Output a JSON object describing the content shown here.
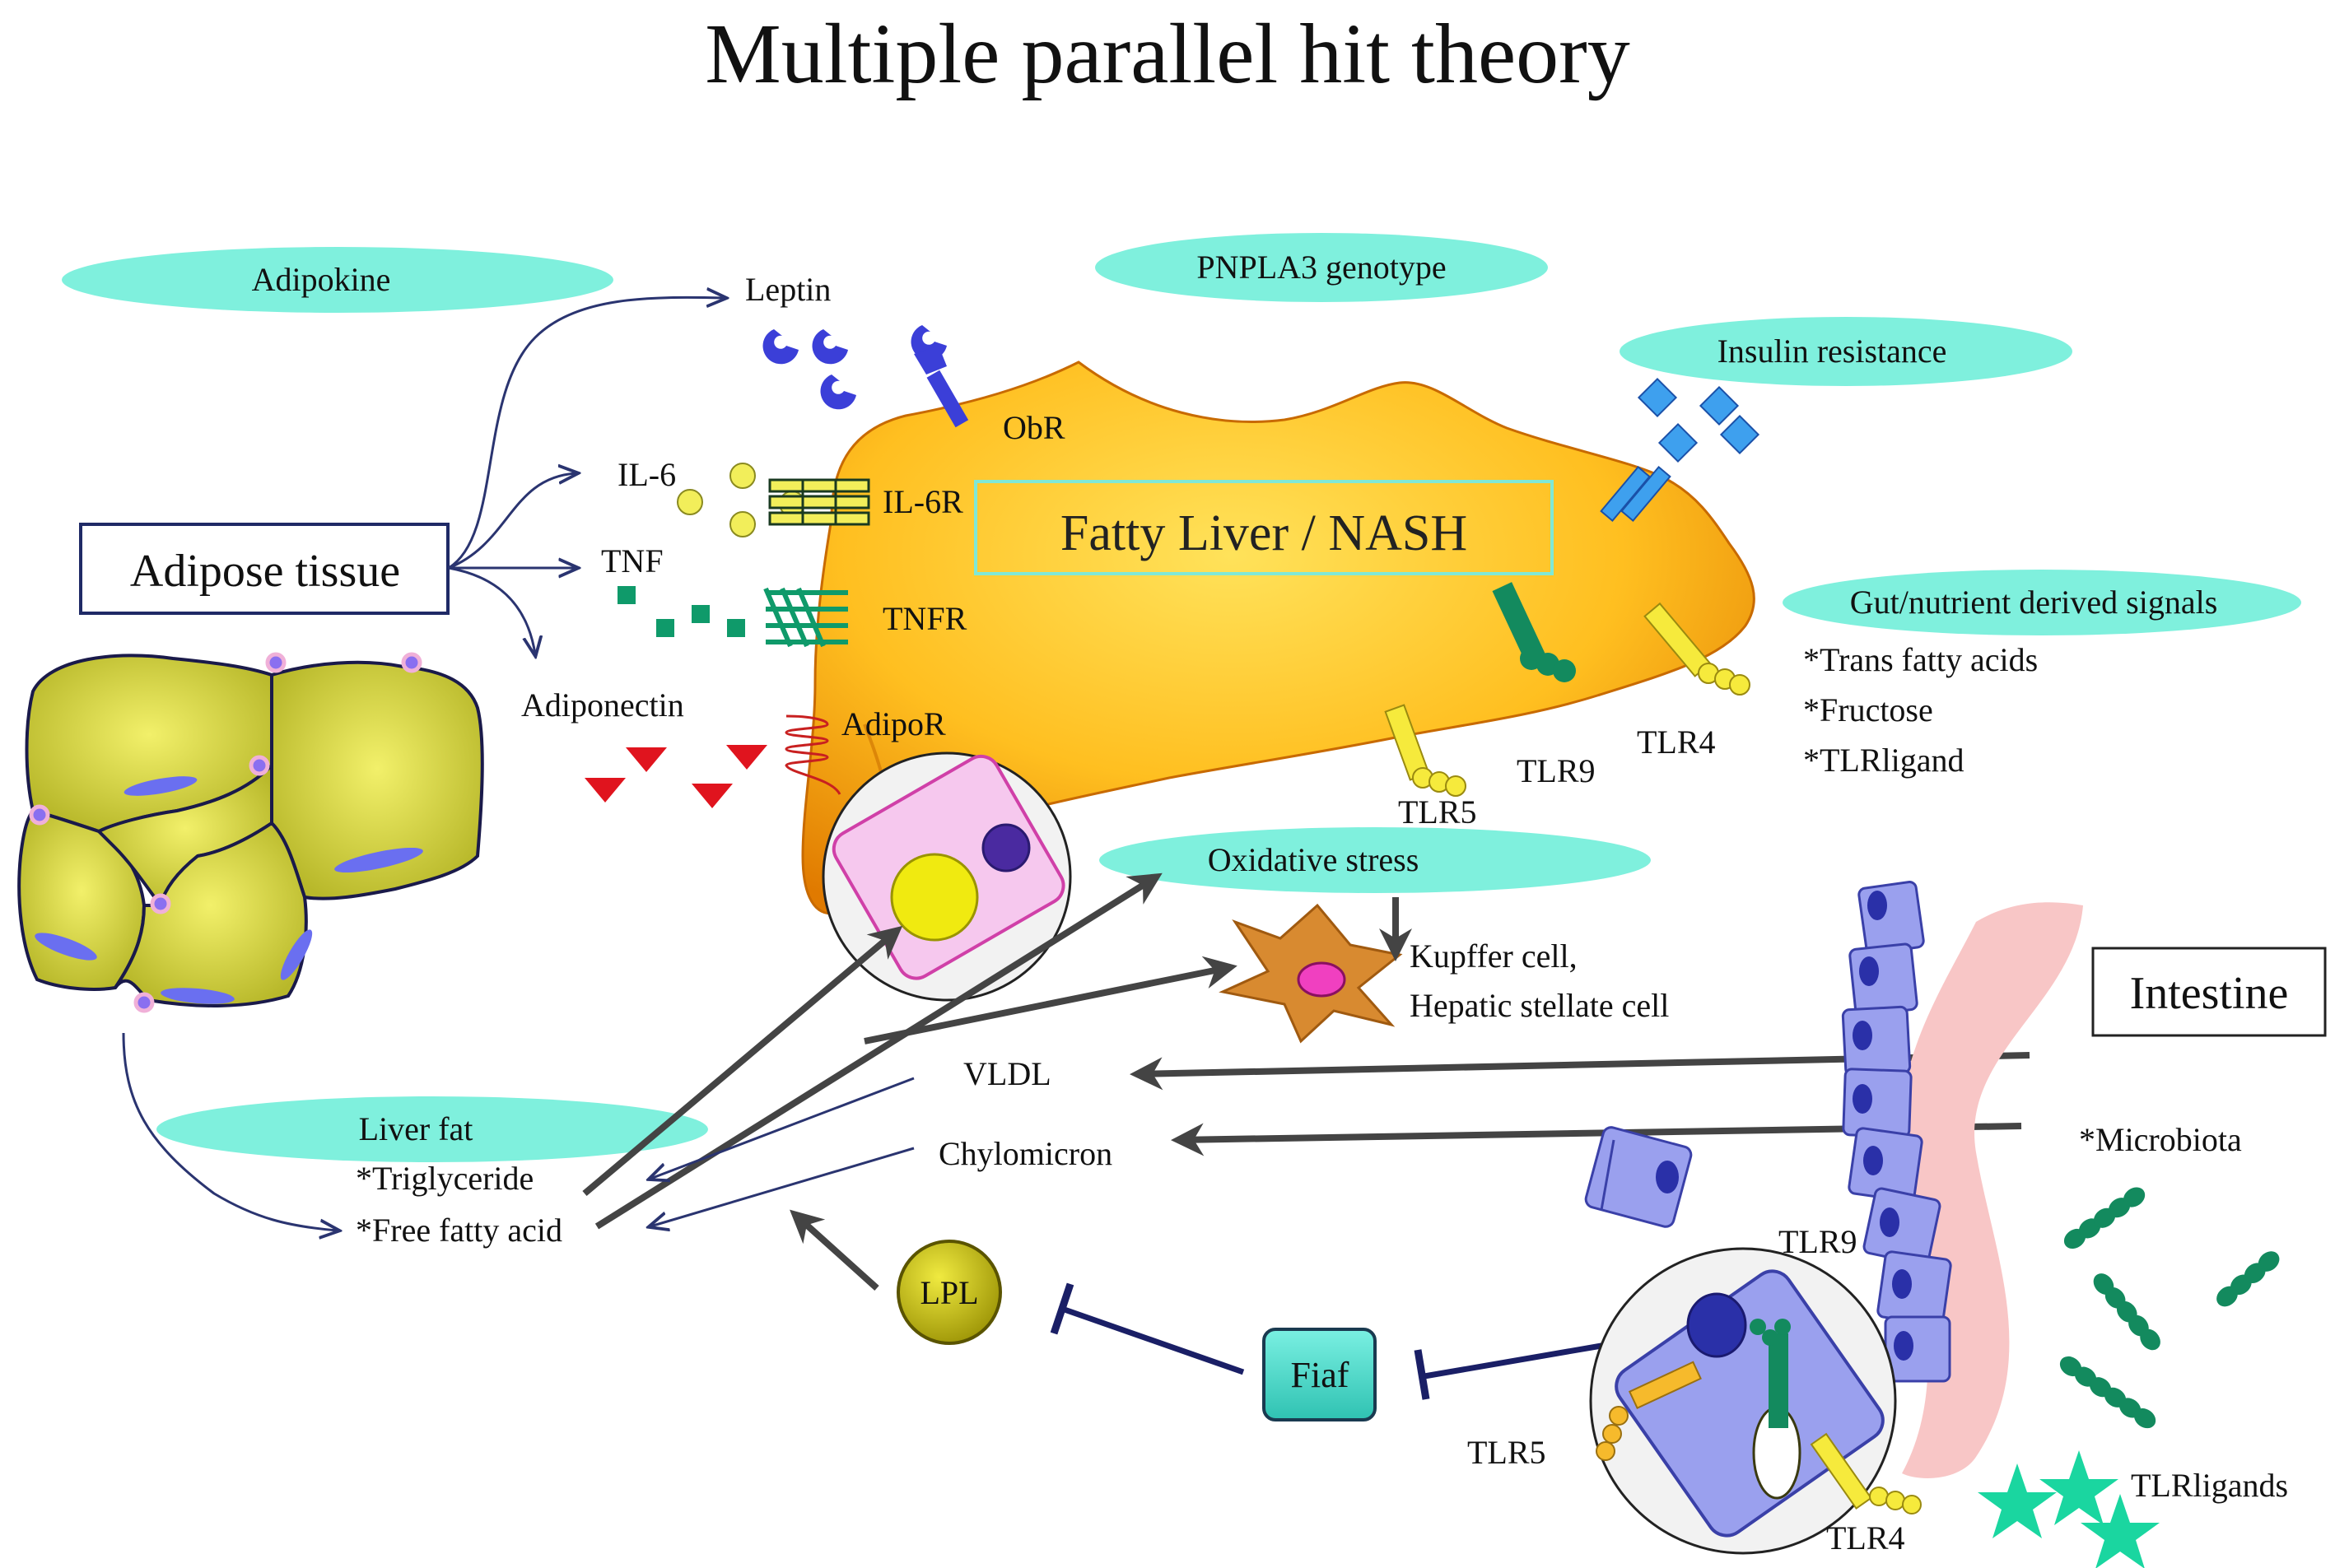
{
  "title": "Multiple parallel hit theory",
  "labels": {
    "adipokine": "Adipokine",
    "pnpla3": "PNPLA3 genotype",
    "insulin_resistance": "Insulin resistance",
    "gut_signals": "Gut/nutrient derived signals",
    "gut_items": [
      "*Trans fatty acids",
      "*Fructose",
      "*TLRligand"
    ],
    "oxidative_stress": "Oxidative stress",
    "liver_fat": "Liver fat",
    "liver_fat_items": [
      "*Triglyceride",
      "*Free fatty acid"
    ],
    "adipose_tissue": "Adipose tissue",
    "intestine": "Intestine",
    "fatty_liver": "Fatty Liver / NASH",
    "leptin": "Leptin",
    "obr": "ObR",
    "il6": "IL-6",
    "il6r": "IL-6R",
    "tnf": "TNF",
    "tnfr": "TNFR",
    "adiponectin": "Adiponectin",
    "adipor": "AdipoR",
    "tlr9_liver": "TLR9",
    "tlr4_liver": "TLR4",
    "tlr5_liver": "TLR5",
    "kupffer": "Kupffer cell,",
    "stellate": "Hepatic stellate cell",
    "vldl": "VLDL",
    "chylomicron": "Chylomicron",
    "microbiota": "*Microbiota",
    "lpl": "LPL",
    "fiaf": "Fiaf",
    "tlr9_gut": "TLR9",
    "tlr5_gut": "TLR5",
    "tlr4_gut": "TLR4",
    "tlrligands": "TLRligands"
  },
  "colors": {
    "ellipse": "#7ff0dd",
    "liver_light": "#ffd23a",
    "liver_dark": "#e88a00",
    "adipose_fill": "#cfd23a",
    "leptin": "#3b3fd8",
    "il6": "#f2ee5a",
    "tnf": "#0f9a6a",
    "adiponectin": "#e0141e",
    "tlr_yellow": "#f6ea3c",
    "tlr_green": "#138a5e",
    "enterocyte": "#9aa0ee",
    "mucosa": "#f8c6c6",
    "lpl": "#c8c010",
    "fiaf": "#55e0d0",
    "kupffer": "#d07a28",
    "arrow": "#444444",
    "thin_arrow": "#2a3470",
    "inhibit": "#1a1f66"
  }
}
